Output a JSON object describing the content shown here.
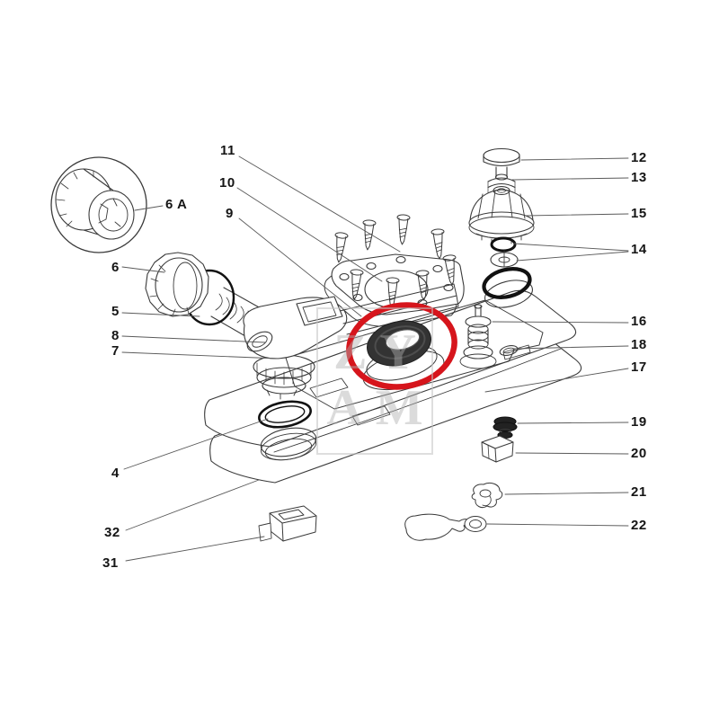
{
  "watermark": {
    "line1": "ZY",
    "line2": "AM"
  },
  "colors": {
    "highlight": "#d6151c",
    "line": "#3a3a3a",
    "label_text": "#151515",
    "seal_fill": "#333333"
  },
  "labels": {
    "l6a": "6 A",
    "l11": "11",
    "l10": "10",
    "l9": "9",
    "l6": "6",
    "l5": "5",
    "l8": "8",
    "l7": "7",
    "l4": "4",
    "l32": "32",
    "l31": "31",
    "l12": "12",
    "l13": "13",
    "l15": "15",
    "l14": "14",
    "l16": "16",
    "l18": "18",
    "l17": "17",
    "l19": "19",
    "l20": "20",
    "l21": "21",
    "l22": "22"
  }
}
